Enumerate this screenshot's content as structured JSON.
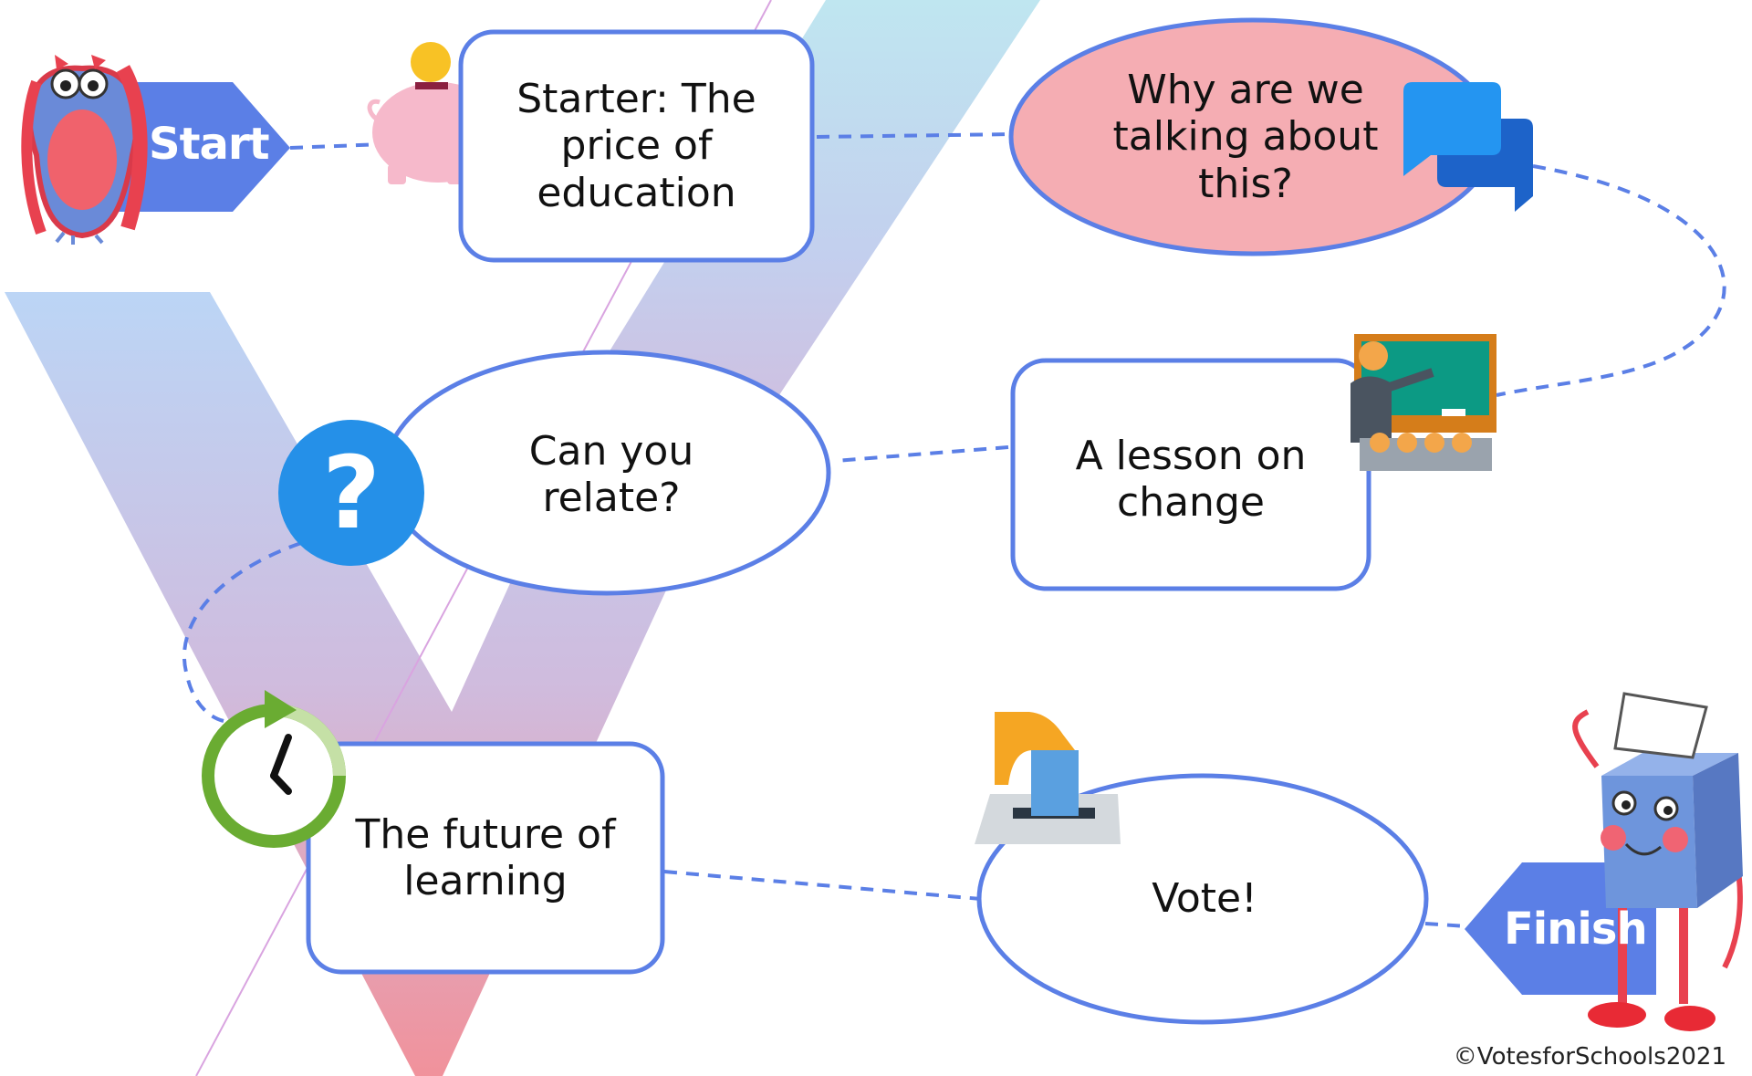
{
  "start_label": "Start",
  "finish_label": "Finish",
  "steps": [
    {
      "id": "starter",
      "text": "Starter: The\nprice of\neducation"
    },
    {
      "id": "why",
      "text": "Why are we\ntalking about\nthis?"
    },
    {
      "id": "lesson",
      "text": "A lesson on\nchange"
    },
    {
      "id": "relate",
      "text": "Can you\nrelate?"
    },
    {
      "id": "future",
      "text": "The future of\nlearning"
    },
    {
      "id": "vote",
      "text": "Vote!"
    }
  ],
  "icons": {
    "start": "owl-mascot-icon",
    "starter": "piggy-bank-icon",
    "why": "speech-bubbles-icon",
    "lesson": "teacher-classroom-icon",
    "relate": "question-mark-icon",
    "future": "clock-refresh-icon",
    "vote": "ballot-box-icon",
    "finish": "ballot-box-mascot-icon"
  },
  "colors": {
    "accent_blue": "#5b7fe6",
    "pink_fill": "#f5adb3",
    "outline": "#6384e8"
  },
  "copyright": "©VotesforSchools2021"
}
